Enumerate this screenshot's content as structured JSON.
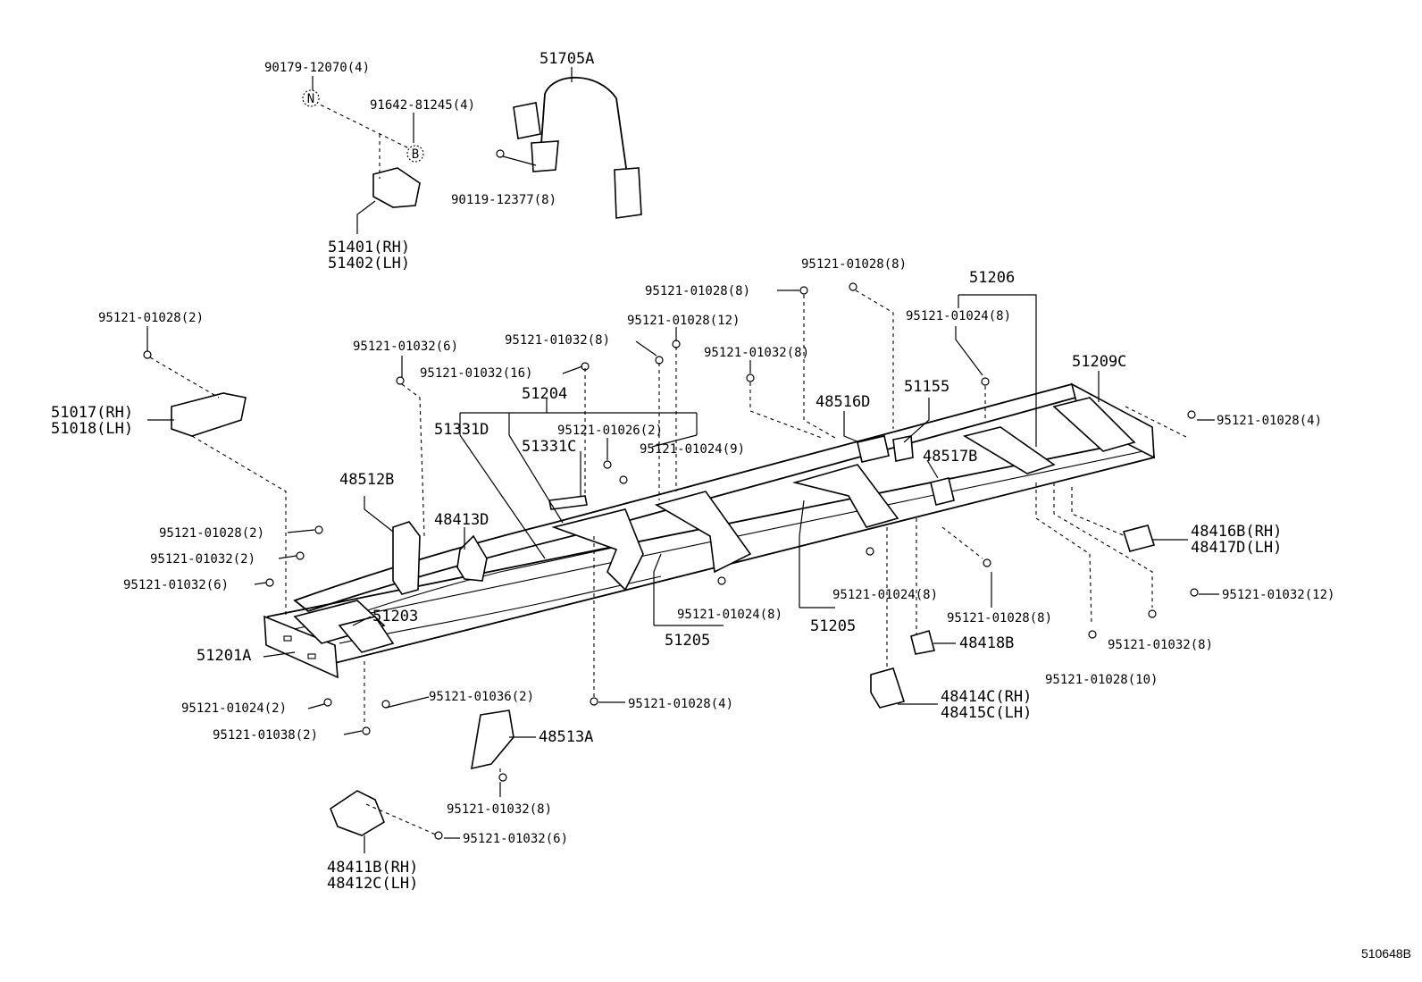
{
  "figure_id": "510648B",
  "symbols": {
    "n": "N",
    "b": "B"
  },
  "callouts": {
    "c90179": "90179-12070(4)",
    "c91642": "91642-81245(4)",
    "c51705a": "51705A",
    "c90119": "90119-12377(8)",
    "c51401": "51401(RH)",
    "c51402": "51402(LH)",
    "c95121_01028_2": "95121-01028(2)",
    "c51017": "51017(RH)",
    "c51018": "51018(LH)",
    "c95121_01032_6_top": "95121-01032(6)",
    "c95121_01032_16": "95121-01032(16)",
    "c95121_01032_8_top": "95121-01032(8)",
    "c95121_01028_12": "95121-01028(12)",
    "c95121_01028_8_top": "95121-01028(8)",
    "c95121_01028_8_top2": "95121-01028(8)",
    "c51206": "51206",
    "c95121_01024_8_top": "95121-01024(8)",
    "c95121_01032_8_mid": "95121-01032(8)",
    "c51209c": "51209C",
    "c51204": "51204",
    "c51331d": "51331D",
    "c51331c": "51331C",
    "c95121_01026_2": "95121-01026(2)",
    "c95121_01024_9": "95121-01024(9)",
    "c48516d": "48516D",
    "c51155": "51155",
    "c48517b": "48517B",
    "c95121_01028_4_right": "95121-01028(4)",
    "c48512b": "48512B",
    "c48413d": "48413D",
    "c95121_01028_2_left": "95121-01028(2)",
    "c95121_01032_2_left": "95121-01032(2)",
    "c95121_01032_6_left": "95121-01032(6)",
    "c51203": "51203",
    "c51201a": "51201A",
    "c48416b": "48416B(RH)",
    "c48417d": "48417D(LH)",
    "c95121_01032_12": "95121-01032(12)",
    "c95121_01024_8_mid": "95121-01024(8)",
    "c95121_01024_8_low": "95121-01024(8)",
    "c51205_left": "51205",
    "c51205_right": "51205",
    "c95121_01028_8_right": "95121-01028(8)",
    "c48418b": "48418B",
    "c95121_01032_8_right": "95121-01032(8)",
    "c95121_01028_10": "95121-01028(10)",
    "c95121_01036_2": "95121-01036(2)",
    "c95121_01024_2": "95121-01024(2)",
    "c95121_01028_4_bottom": "95121-01028(4)",
    "c95121_01038_2": "95121-01038(2)",
    "c48513a": "48513A",
    "c48414c": "48414C(RH)",
    "c48415c": "48415C(LH)",
    "c95121_01032_8_bottom": "95121-01032(8)",
    "c95121_01032_6_bottom": "95121-01032(6)",
    "c48411b": "48411B(RH)",
    "c48412c": "48412C(LH)"
  }
}
